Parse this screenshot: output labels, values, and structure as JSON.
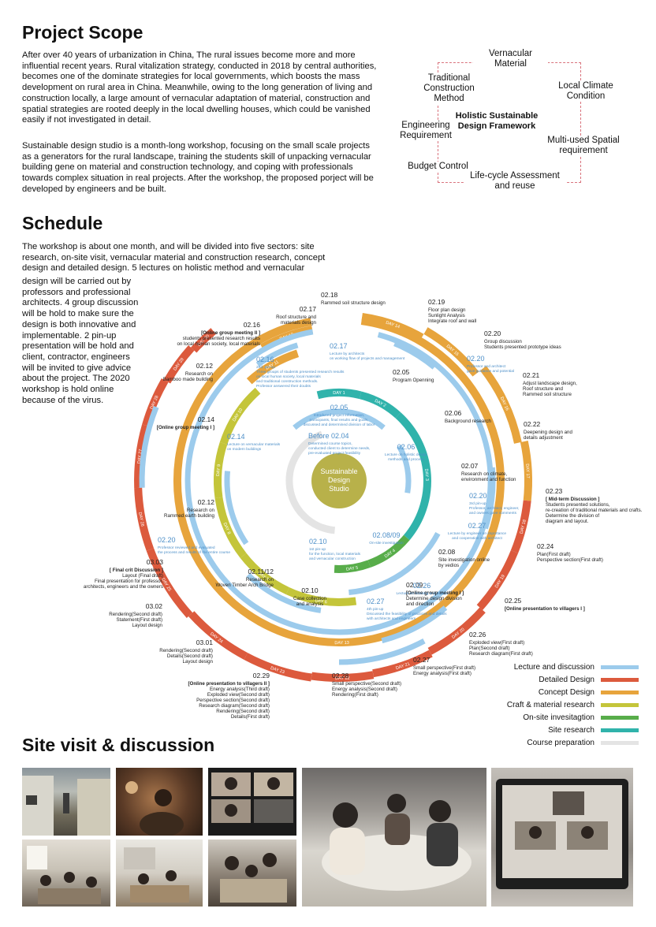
{
  "project_scope": {
    "title": "Project Scope",
    "p1": "After over 40 years of urbanization in China, The rural issues become more and more influential recent years. Rural vitalization strategy, conducted in 2018 by central authorities, becomes one of the dominate strategies for local governments, which boosts the mass development on rural area in China. Meanwhile, owing to the long generation of living and construction locally, a large amount of vernacular adaptation of material, construction and spatial strategies are rooted deeply in the local dwelling houses, which could be vanished easily if not investigated in detail.",
    "p2": "Sustainable design studio is a month-long workshop, focusing on the small scale projects as a generators for the rural landscape, training the students skill of unpacking vernacular building gene on material and construction technology, and coping with professionals towards complex situation in real projects. After the workshop, the proposed porject will be developed by engineers and be built."
  },
  "framework": {
    "center": "Holistic Sustainable Design Framework",
    "items": [
      "Vernacular Material",
      "Traditional Construction Method",
      "Local Climate Condition",
      "Engineering Requirement",
      "Multi-used Spatial requirement",
      "Budget Control",
      "Life-cycle Assessment and reuse"
    ]
  },
  "schedule": {
    "title": "Schedule",
    "p1": "The workshop is about one month, and will be divided into five sectors: site research, on-site visit, vernacular material and construction research, concept design and detailed design. 5 lectures on holistic method and vernacular",
    "p2": "design will be carried out by professors and professional architects. 4 group discussion will be hold to make sure the design is both innovative and implementable. 2 pin-up presentation will be hold and client, contractor, engineers will be invited to give advice about the project. The 2020 workshop is hold online because of the virus.",
    "center_label": [
      "Sustainable",
      "Design",
      "Studio"
    ],
    "days": [
      "DAY 1",
      "DAY 2",
      "DAY 3",
      "DAY 4",
      "DAY 5",
      "DAY 6",
      "DAY 7",
      "DAY 8",
      "DAY 9",
      "DAY 10",
      "DAY 11",
      "DAY 12",
      "DAY 13",
      "DAY 14",
      "DAY 15",
      "DAY 16",
      "DAY 17",
      "DAY 18",
      "DAY 19",
      "DAY 20",
      "DAY 21",
      "DAY 22",
      "DAY 23",
      "DAY 24",
      "DAY 25",
      "DAY 26",
      "DAY 27",
      "DAY 28",
      "DAY 29",
      "DAY 30"
    ],
    "events": [
      {
        "date": "02.05",
        "lines": [
          "Program Openning"
        ]
      },
      {
        "date": "02.06",
        "lines": [
          "Background research"
        ]
      },
      {
        "date": "02.07",
        "lines": [
          "Research on climate,",
          "environment and function"
        ]
      },
      {
        "date": "02.08",
        "lines": [
          "Site investigation online",
          "by vedios"
        ]
      },
      {
        "date": "02.09",
        "lines": [
          "[Online group meeting I ]",
          "Determine design division",
          "and direction"
        ]
      },
      {
        "date": "02.10",
        "lines": [
          "Case collection",
          "and analysis"
        ]
      },
      {
        "date": "02.11/12",
        "lines": [
          "Research on",
          "Woven Timber Arch Bridge"
        ]
      },
      {
        "date": "02.12",
        "lines": [
          "Research on",
          "Rammed earth building"
        ]
      },
      {
        "date": "02.14",
        "lines": [
          "[Online group meeting I ]"
        ]
      },
      {
        "date": "02.12",
        "lines": [
          "Research on",
          "Bamboo made building"
        ]
      },
      {
        "date": "02.16",
        "lines": [
          "[Online group meeting II ]",
          "students presented research results",
          "on local human society, local materials"
        ]
      },
      {
        "date": "02.17",
        "lines": [
          "Roof structure and",
          "materials design"
        ]
      },
      {
        "date": "02.18",
        "lines": [
          "Rammed soil structure design"
        ]
      },
      {
        "date": "02.19",
        "lines": [
          "Floor plan design",
          "Sunlight Analysis",
          "Integrate roof and wall"
        ]
      },
      {
        "date": "02.20",
        "lines": [
          "Group discussion",
          "Students presented prototype ideas"
        ]
      },
      {
        "date": "02.21",
        "lines": [
          "Adjust landscape design,",
          "Roof structure and",
          "Rammed soil structure"
        ]
      },
      {
        "date": "02.22",
        "lines": [
          "Deepening design and",
          "details adjustment"
        ]
      },
      {
        "date": "02.23",
        "lines": [
          "[ Mid-term Discussion ]",
          "Students presented solutions,",
          "re-creation of traditional materials and crafts.",
          "Determine the division of",
          "diagram and layout."
        ]
      },
      {
        "date": "02.24",
        "lines": [
          "Plan(First draft)",
          "Perspective section(First draft)"
        ]
      },
      {
        "date": "02.25",
        "lines": [
          "[Online presentation to villagers I ]"
        ]
      },
      {
        "date": "02.26",
        "lines": [
          "Exploded view(First draft)",
          "Plan(Second draft)",
          "Research diagram(First draft)"
        ]
      },
      {
        "date": "02.27",
        "lines": [
          "Small perspective(First draft)",
          "Energy analysis(First draft)"
        ]
      },
      {
        "date": "02.28",
        "lines": [
          "Small perspective(Second draft)",
          "Energy analysis(Second draft)",
          "Rendering(First draft)"
        ]
      },
      {
        "date": "02.29",
        "lines": [
          "[Online presentation to villagers II ]",
          "Energy analysis(Third draft)",
          "Exploded view(Second draft)",
          "Perspective section(Second draft)",
          "Research diagram(Second draft)",
          "Rendering(Second draft)",
          "Details(First draft)"
        ]
      },
      {
        "date": "03.01",
        "lines": [
          "Rendering(Second draft)",
          "Details(Second draft)",
          "Layout design"
        ]
      },
      {
        "date": "03.02",
        "lines": [
          "Rendering(Second draft)",
          "Statement(First draft)",
          "Layout design"
        ]
      },
      {
        "date": "03.03",
        "lines": [
          "[ Final crit Discussion ]",
          "Layout (Final draft)",
          "Final presentation for professor,",
          "architects, engineers and the owners"
        ]
      }
    ],
    "lectures": [
      {
        "date": "02.05",
        "lines": [
          "Introduced project information,",
          "participants, final results and goals,",
          "discussed and determined division of labor"
        ]
      },
      {
        "date": "02.06",
        "lines": [
          "Lecture on holistic design",
          "methods and process"
        ]
      },
      {
        "date": "Before 02.04",
        "lines": [
          "Determined course topics,",
          "conducted client to determine needs,",
          "pre-evaluated project feasibility"
        ]
      },
      {
        "date": "02.08/09",
        "lines": [
          "On-site investigation"
        ]
      },
      {
        "date": "02.10",
        "lines": [
          "1st pin-up",
          "for the function, local materials",
          "and vernacular construction"
        ]
      },
      {
        "date": "02.14",
        "lines": [
          "Lecture on vernacular materials",
          "on modern buildings"
        ]
      },
      {
        "date": "02.16",
        "lines": [
          "2nd. pin-up",
          "Three groups of students presented research results",
          "on local human society, local materials",
          "and traditional construction methods.",
          "Professor answered their doubts"
        ]
      },
      {
        "date": "02.17",
        "lines": [
          "Lecture by architects",
          "on working flow of projects and management"
        ]
      },
      {
        "date": "02.20",
        "lines": [
          "Professor and architect",
          "gave guidance and potential"
        ]
      },
      {
        "date": "02.20",
        "lines": [
          "3rd pin-up",
          "Professor, architect, engineer,",
          "and owners gave comments"
        ]
      },
      {
        "date": "02.27",
        "lines": [
          "Lecture by engineer on importance",
          "and cooperation with architect"
        ]
      },
      {
        "date": "02.26",
        "lines": [
          "Lecture on housing and village"
        ]
      },
      {
        "date": "02.27",
        "lines": [
          "4th pin-up",
          "Discussed the feasibility of practices and details",
          "with architects and engineers"
        ]
      },
      {
        "date": "02.20",
        "lines": [
          "Professor reviewed and evaluated",
          "the process and results of the entire course"
        ]
      }
    ]
  },
  "legend": [
    {
      "label": "Lecture and discussion",
      "color": "#9ccbec"
    },
    {
      "label": "Detailed Design",
      "color": "#dc5a3d"
    },
    {
      "label": "Concept Design",
      "color": "#e7a43c"
    },
    {
      "label": "Craft & material research",
      "color": "#c4c53a"
    },
    {
      "label": "On-site invesitagtion",
      "color": "#58ad4a"
    },
    {
      "label": "Site research",
      "color": "#30b3ab"
    },
    {
      "label": "Course preparation",
      "color": "#e4e4e4"
    }
  ],
  "site_visit": {
    "title": "Site visit & discussion",
    "photos": [
      "alley-photo",
      "dinner-photo",
      "video-call-photo",
      "workshop-photo",
      "meeting-photo",
      "table-photo",
      "model-photo",
      "laptop-call-photo"
    ]
  },
  "colors": {
    "lecture": "#9ccbec",
    "detailed": "#dc5a3d",
    "concept": "#e7a43c",
    "craft": "#c4c53a",
    "onsite": "#58ad4a",
    "site": "#30b3ab",
    "prep": "#e4e4e4",
    "center": "#b8b14a",
    "lecture_text": "#4d8fc8"
  }
}
